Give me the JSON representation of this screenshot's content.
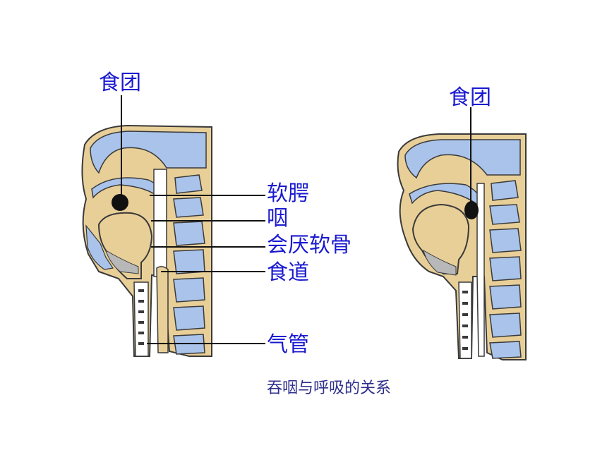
{
  "left_figure": {
    "labels": {
      "bolus": "食团",
      "soft_palate": "软腭",
      "pharynx": "咽",
      "epiglottis": "会厌软骨",
      "esophagus": "食道",
      "trachea": "气管"
    }
  },
  "right_figure": {
    "labels": {
      "bolus": "食团"
    }
  },
  "caption": "吞咽与呼吸的关系",
  "colors": {
    "label": "#1a1ad0",
    "caption": "#2e2e8c",
    "tissue": "#e8cf98",
    "cavity": "#a9c3ea",
    "outline": "#3a3a3a",
    "bolus": "#111111",
    "cartilage": "#b8b8b8"
  }
}
